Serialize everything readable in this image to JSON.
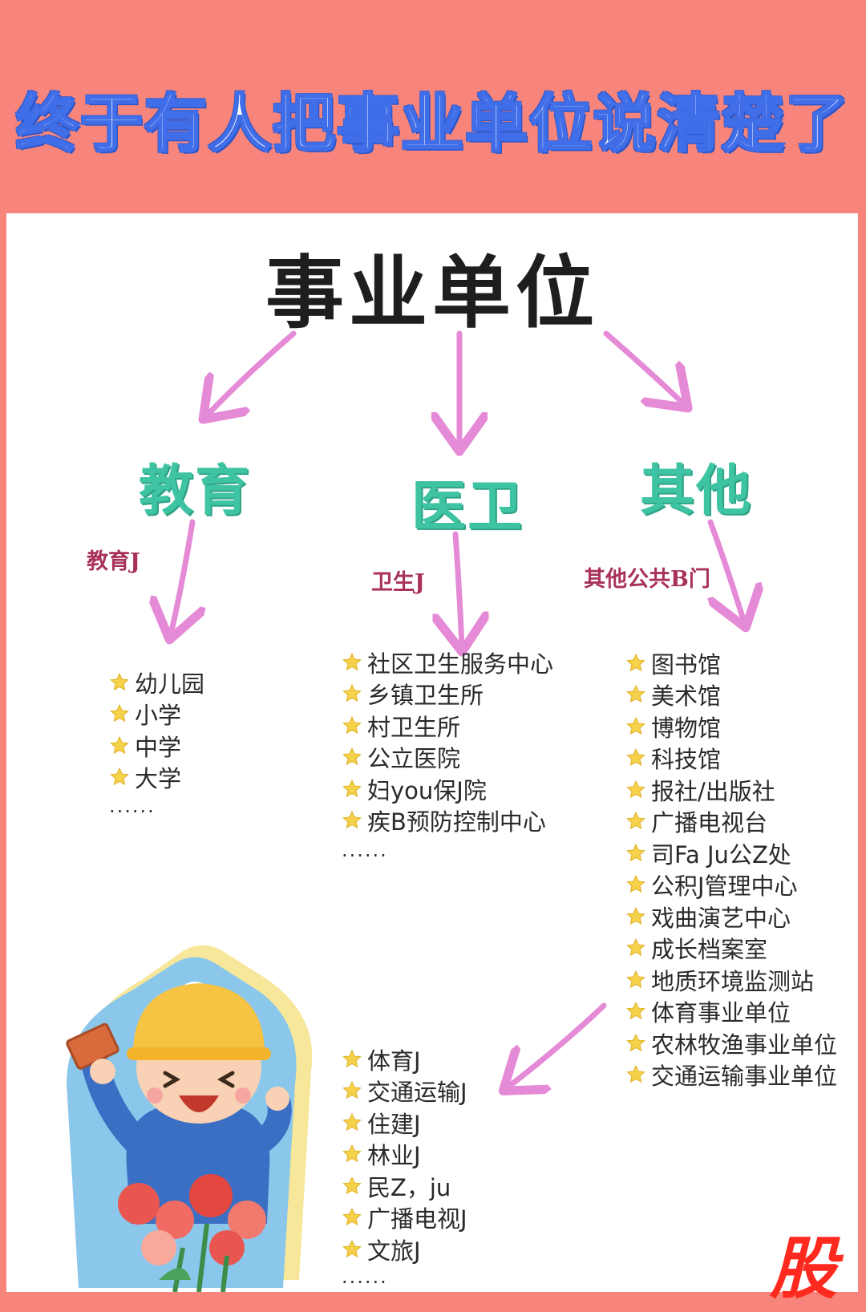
{
  "header": {
    "title": "终于有人把事业单位说清楚了"
  },
  "diagram": {
    "root": "事业单位",
    "branches": [
      {
        "name": "教育",
        "sub_label": "教育J",
        "items": [
          "幼儿园",
          "小学",
          "中学",
          "大学"
        ],
        "more": "......"
      },
      {
        "name": "医卫",
        "sub_label": "卫生J",
        "items": [
          "社区卫生服务中心",
          "乡镇卫生所",
          "村卫生所",
          "公立医院",
          "妇you保J院",
          "疾B预防控制中心"
        ],
        "more": "......"
      },
      {
        "name": "其他",
        "sub_label": "其他公共B门",
        "items": [
          "图书馆",
          "美术馆",
          "博物馆",
          "科技馆",
          "报社/出版社",
          "广播电视台",
          "司Fa Ju公Z处",
          "公积J管理中心",
          "戏曲演艺中心",
          "成长档案室",
          "地质环境监测站",
          "体育事业单位",
          "农林牧渔事业单位",
          "交通运输事业单位"
        ],
        "more_items": [
          "体育J",
          "交通运输J",
          "住建J",
          "林业J",
          "民Z，ju",
          "广播电视J",
          "文旅J"
        ],
        "more": "......"
      }
    ]
  },
  "colors": {
    "header_bg": "#f7857b",
    "category": "#3ec4a2",
    "arrow": "#e58ad6",
    "sub_label": "#a8325a"
  },
  "icons": {
    "bullet": "star-icon",
    "illustration": "worker-cartoon-icon",
    "logo": "股"
  }
}
